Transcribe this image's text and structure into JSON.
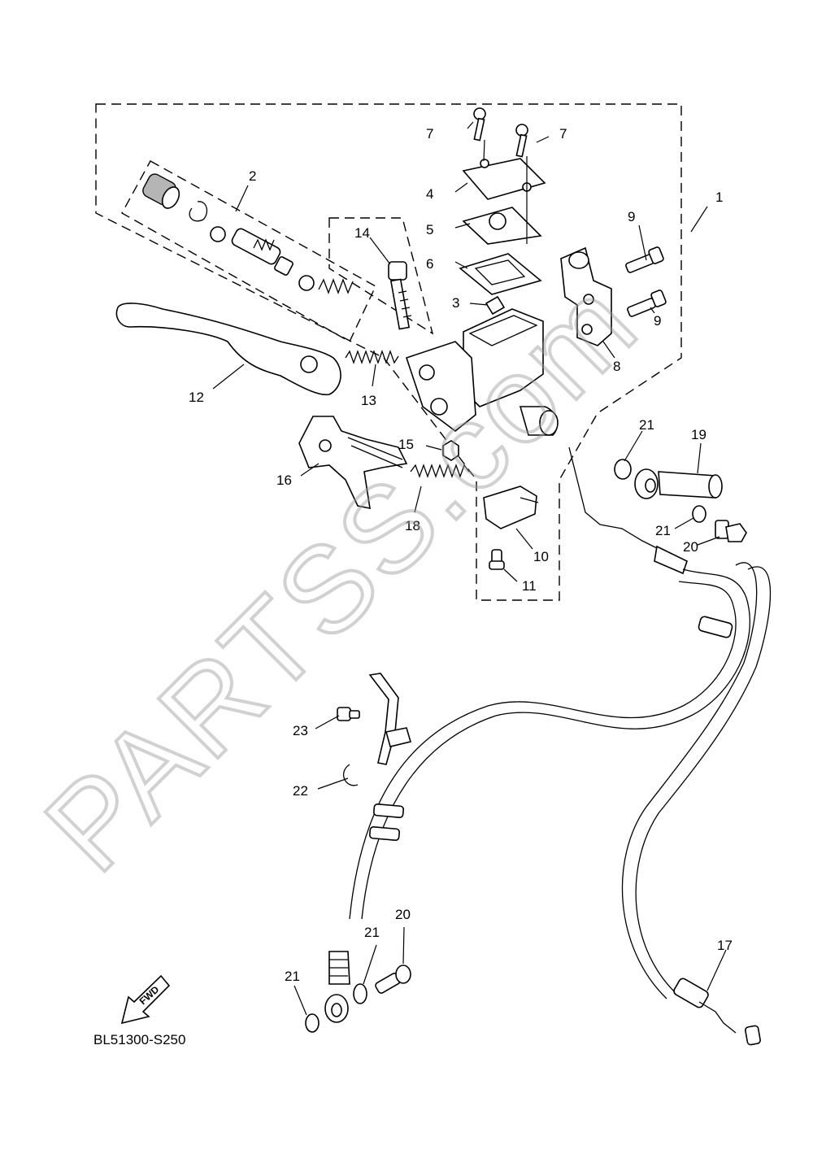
{
  "diagram_code": "BL51300-S250",
  "fwd_label": "FWD",
  "watermark": "PARTSS.com",
  "callouts": {
    "c1": "1",
    "c2": "2",
    "c3": "3",
    "c4": "4",
    "c5": "5",
    "c6": "6",
    "c7a": "7",
    "c7b": "7",
    "c8": "8",
    "c9a": "9",
    "c9b": "9",
    "c10": "10",
    "c11": "11",
    "c12": "12",
    "c13": "13",
    "c14": "14",
    "c15": "15",
    "c16": "16",
    "c17": "17",
    "c18": "18",
    "c19": "19",
    "c20a": "20",
    "c20b": "20",
    "c21a": "21",
    "c21b": "21",
    "c21c": "21",
    "c21d": "21",
    "c22": "22",
    "c23": "23"
  }
}
